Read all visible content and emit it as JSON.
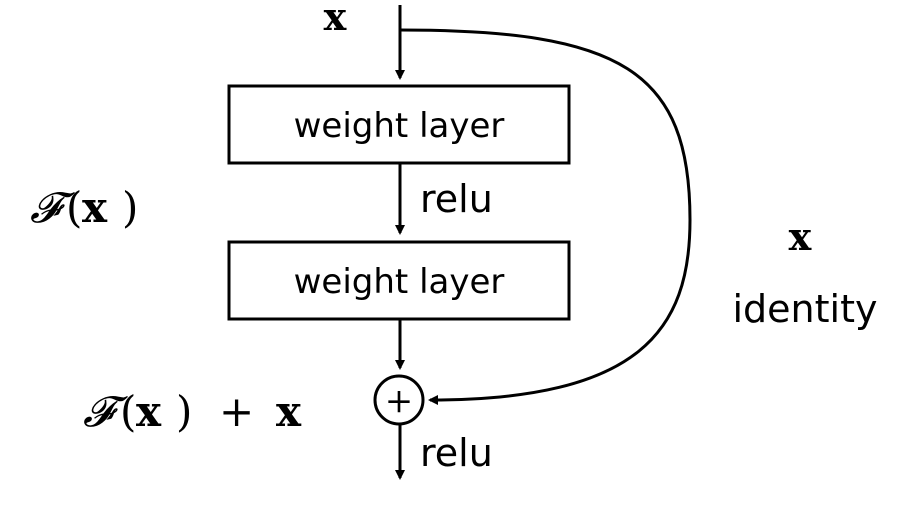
{
  "input": {
    "label": "x"
  },
  "layers": [
    {
      "label": "weight layer"
    },
    {
      "label": "weight layer"
    }
  ],
  "activations": {
    "between_layers": "relu",
    "output": "relu"
  },
  "residual": {
    "function_symbol": "𝓕",
    "lparen": "(",
    "x": "x",
    "rparen": ")",
    "plus": "+",
    "sum_x": "x",
    "add_symbol": "+"
  },
  "shortcut": {
    "symbol": "x",
    "label": "identity"
  }
}
